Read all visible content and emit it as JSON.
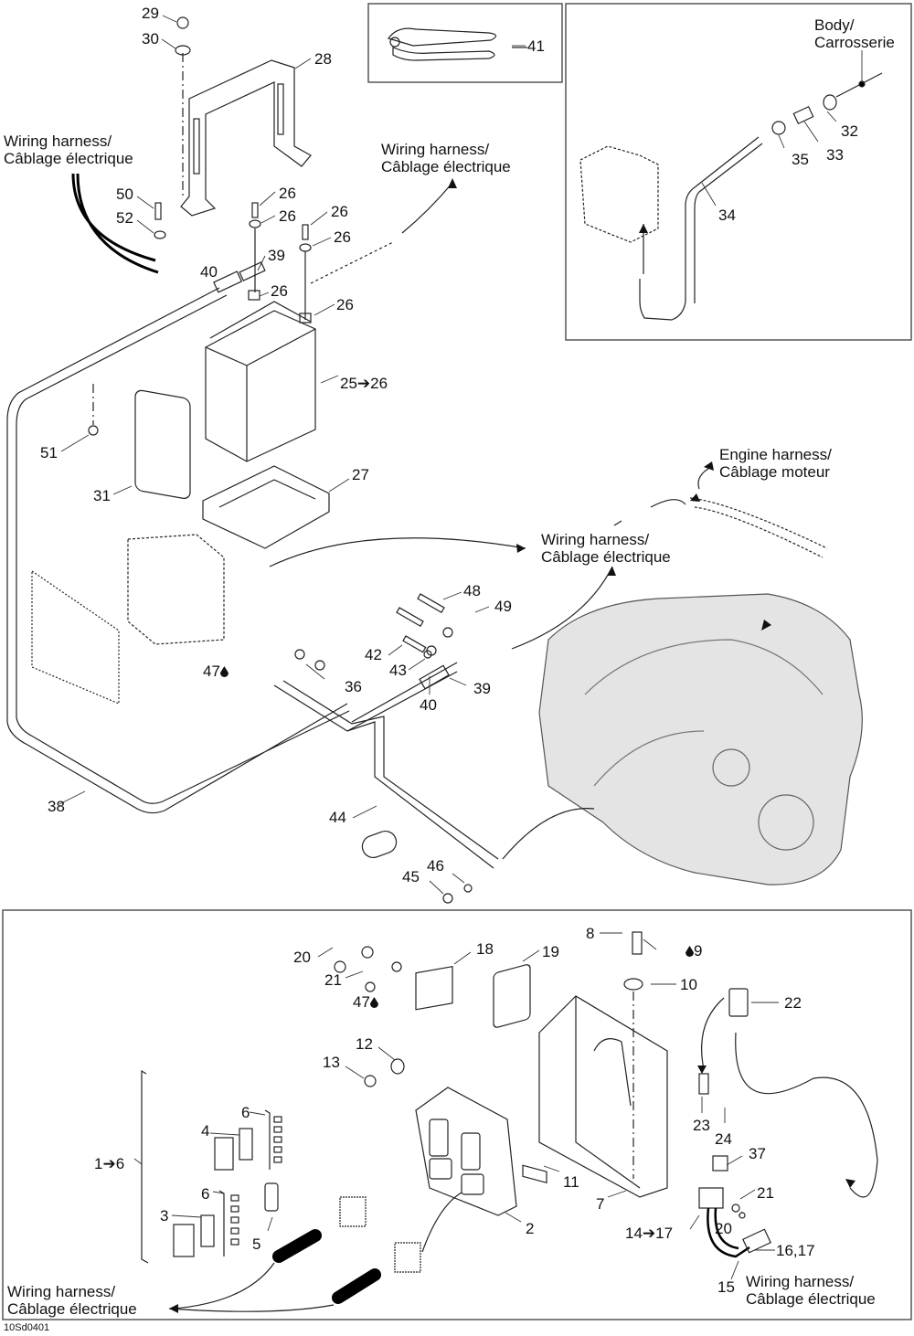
{
  "diagram": {
    "code": "10Sd0401",
    "notes": {
      "wiring_harness_top_left": [
        "Wiring harness/",
        "Câblage électrique"
      ],
      "wiring_harness_top_center": [
        "Wiring harness/",
        "Câblage électrique"
      ],
      "body_carrosserie": [
        "Body/",
        "Carrosserie"
      ],
      "engine_harness": [
        "Engine harness/",
        "Câblage moteur"
      ],
      "wiring_harness_middle": [
        "Wiring harness/",
        "Câblage électrique"
      ],
      "wiring_harness_bottom_left": [
        "Wiring harness/",
        "Câblage électrique"
      ],
      "wiring_harness_bottom_right": [
        "Wiring harness/",
        "Câblage électrique"
      ]
    },
    "callouts": {
      "c29": "29",
      "c30": "30",
      "c28": "28",
      "c50": "50",
      "c52": "52",
      "c26a": "26",
      "c26b": "26",
      "c26c": "26",
      "c26d": "26",
      "c26e": "26",
      "c26f": "26",
      "c39a": "39",
      "c40a": "40",
      "c41": "—41",
      "c32": "32",
      "c33": "33",
      "c35": "35",
      "c34": "34",
      "c25": "25➔26",
      "c51": "51",
      "c31": "31",
      "c27": "27",
      "c48": "48",
      "c49": "49",
      "c42": "42",
      "c43": "43",
      "c47a": "47",
      "c36": "36",
      "c39b": "39",
      "c40b": "40",
      "c38": "38",
      "c44": "44",
      "c45": "45",
      "c46": "46",
      "c20a": "20",
      "c21a": "21",
      "c18": "18",
      "c19": "19",
      "c47b": "47",
      "c8": "8",
      "c9": "9",
      "c10": "10",
      "c22": "22",
      "c12": "12",
      "c13": "13",
      "c23": "23",
      "c24": "24",
      "c6a": "6",
      "c4": "4",
      "c1": "1➔6",
      "c6b": "6",
      "c3": "3",
      "c5": "5",
      "c11": "11",
      "c37": "37",
      "c7": "7",
      "c2": "2",
      "c21b": "21",
      "c20b": "20",
      "c14": "14➔17",
      "c1617": "16,17",
      "c15": "15"
    }
  }
}
